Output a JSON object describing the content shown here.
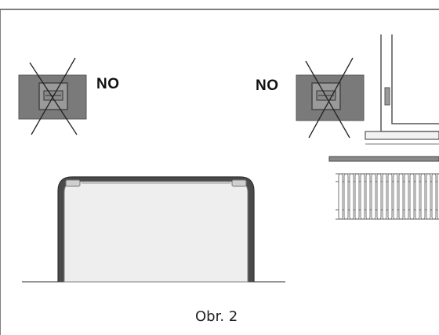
{
  "labels": {
    "no_left": "NO",
    "no_right": "NO"
  },
  "caption": "Obr. 2",
  "colors": {
    "line": "#444444",
    "device_box": "#7a7a7a",
    "device_inner": "#9a9a9a",
    "wall_fill": "#f4f4f4",
    "heater_fill": "#eeeeee"
  },
  "icons": {
    "prohibited_device": "crossed-out-thermostat-icon",
    "radiator": "radiator-icon",
    "window": "window-frame-icon",
    "heater": "panel-heater-icon"
  }
}
